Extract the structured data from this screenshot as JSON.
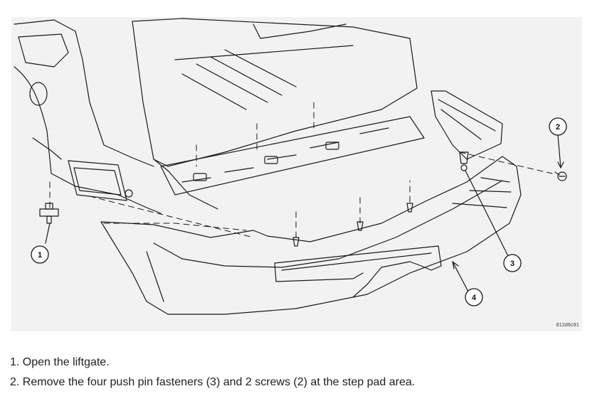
{
  "figure": {
    "code": "812d6c91",
    "callouts": [
      "1",
      "2",
      "3",
      "4"
    ]
  },
  "instructions": [
    "1. Open the liftgate.",
    "2. Remove the four push pin fasteners (3) and 2 screws (2) at the step pad area."
  ],
  "colors": {
    "line": "#1a1a1a",
    "figure_bg": "#f2f2f2",
    "text": "#1f1f1f"
  }
}
